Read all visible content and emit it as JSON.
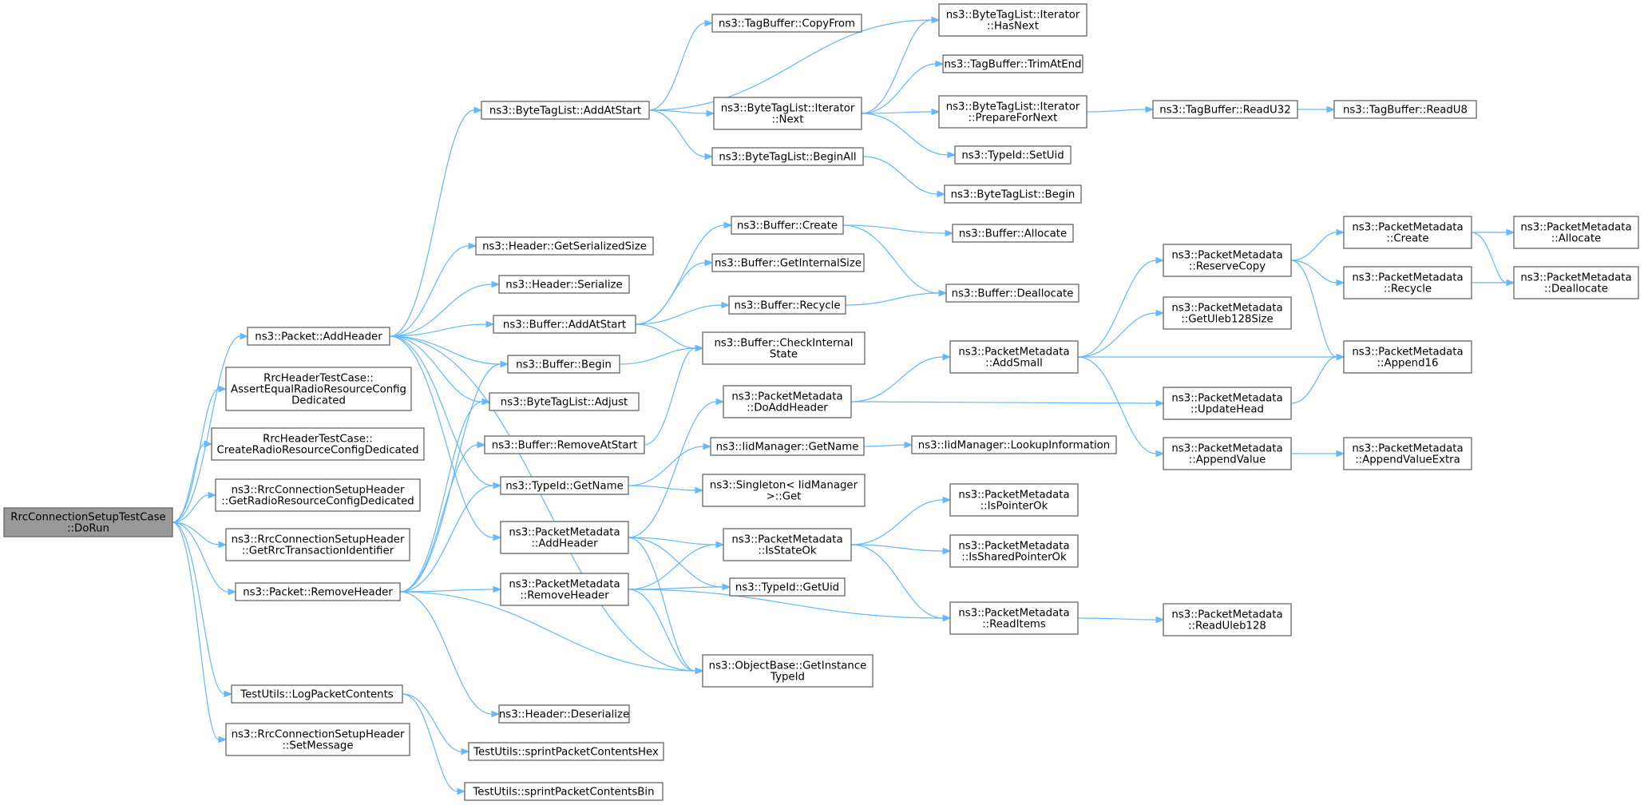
{
  "colors": {
    "edge": "#63b8ff",
    "node_border": "#666666",
    "root_fill": "#999999",
    "node_fill": "#ffffff"
  },
  "root": "root",
  "nodes": [
    {
      "id": "root",
      "label": [
        "RrcConnectionSetupTestCase",
        "::DoRun"
      ]
    },
    {
      "id": "pah",
      "label": [
        "ns3::Packet::AddHeader"
      ]
    },
    {
      "id": "aer",
      "label": [
        "RrcHeaderTestCase::",
        "AssertEqualRadioResourceConfig",
        "Dedicated"
      ]
    },
    {
      "id": "crr",
      "label": [
        "RrcHeaderTestCase::",
        "CreateRadioResourceConfigDedicated"
      ]
    },
    {
      "id": "grr",
      "label": [
        "ns3::RrcConnectionSetupHeader",
        "::GetRadioResourceConfigDedicated"
      ]
    },
    {
      "id": "grt",
      "label": [
        "ns3::RrcConnectionSetupHeader",
        "::GetRrcTransactionIdentifier"
      ]
    },
    {
      "id": "prh",
      "label": [
        "ns3::Packet::RemoveHeader"
      ]
    },
    {
      "id": "lpc",
      "label": [
        "TestUtils::LogPacketContents"
      ]
    },
    {
      "id": "sm",
      "label": [
        "ns3::RrcConnectionSetupHeader",
        "::SetMessage"
      ]
    },
    {
      "id": "btas",
      "label": [
        "ns3::ByteTagList::AddAtStart"
      ]
    },
    {
      "id": "hgs",
      "label": [
        "ns3::Header::GetSerializedSize"
      ]
    },
    {
      "id": "hser",
      "label": [
        "ns3::Header::Serialize"
      ]
    },
    {
      "id": "bas",
      "label": [
        "ns3::Buffer::AddAtStart"
      ]
    },
    {
      "id": "bbeg",
      "label": [
        "ns3::Buffer::Begin"
      ]
    },
    {
      "id": "btadj",
      "label": [
        "ns3::ByteTagList::Adjust"
      ]
    },
    {
      "id": "bras",
      "label": [
        "ns3::Buffer::RemoveAtStart"
      ]
    },
    {
      "id": "tgn",
      "label": [
        "ns3::TypeId::GetName"
      ]
    },
    {
      "id": "pmah",
      "label": [
        "ns3::PacketMetadata",
        "::AddHeader"
      ]
    },
    {
      "id": "pmrh",
      "label": [
        "ns3::PacketMetadata",
        "::RemoveHeader"
      ]
    },
    {
      "id": "hdes",
      "label": [
        "ns3::Header::Deserialize"
      ]
    },
    {
      "id": "spch",
      "label": [
        "TestUtils::sprintPacketContentsHex"
      ]
    },
    {
      "id": "spcb",
      "label": [
        "TestUtils::sprintPacketContentsBin"
      ]
    },
    {
      "id": "tbcf",
      "label": [
        "ns3::TagBuffer::CopyFrom"
      ]
    },
    {
      "id": "btin",
      "label": [
        "ns3::ByteTagList::Iterator",
        "::Next"
      ]
    },
    {
      "id": "btba",
      "label": [
        "ns3::ByteTagList::BeginAll"
      ]
    },
    {
      "id": "bcr",
      "label": [
        "ns3::Buffer::Create"
      ]
    },
    {
      "id": "bgis",
      "label": [
        "ns3::Buffer::GetInternalSize"
      ]
    },
    {
      "id": "brec",
      "label": [
        "ns3::Buffer::Recycle"
      ]
    },
    {
      "id": "bcis",
      "label": [
        "ns3::Buffer::CheckInternal",
        "State"
      ]
    },
    {
      "id": "pmdah",
      "label": [
        "ns3::PacketMetadata",
        "::DoAddHeader"
      ]
    },
    {
      "id": "imgn",
      "label": [
        "ns3::IidManager::GetName"
      ]
    },
    {
      "id": "sget",
      "label": [
        "ns3::Singleton< IidManager",
        ">::Get"
      ]
    },
    {
      "id": "pmiso",
      "label": [
        "ns3::PacketMetadata",
        "::IsStateOk"
      ]
    },
    {
      "id": "tgu",
      "label": [
        "ns3::TypeId::GetUid"
      ]
    },
    {
      "id": "obgi",
      "label": [
        "ns3::ObjectBase::GetInstance",
        "TypeId"
      ]
    },
    {
      "id": "bthn",
      "label": [
        "ns3::ByteTagList::Iterator",
        "::HasNext"
      ]
    },
    {
      "id": "tbte",
      "label": [
        "ns3::TagBuffer::TrimAtEnd"
      ]
    },
    {
      "id": "btpn",
      "label": [
        "ns3::ByteTagList::Iterator",
        "::PrepareForNext"
      ]
    },
    {
      "id": "tsu",
      "label": [
        "ns3::TypeId::SetUid"
      ]
    },
    {
      "id": "btb",
      "label": [
        "ns3::ByteTagList::Begin"
      ]
    },
    {
      "id": "ball",
      "label": [
        "ns3::Buffer::Allocate"
      ]
    },
    {
      "id": "bdea",
      "label": [
        "ns3::Buffer::Deallocate"
      ]
    },
    {
      "id": "pmas",
      "label": [
        "ns3::PacketMetadata",
        "::AddSmall"
      ]
    },
    {
      "id": "imli",
      "label": [
        "ns3::IidManager::LookupInformation"
      ]
    },
    {
      "id": "pmipo",
      "label": [
        "ns3::PacketMetadata",
        "::IsPointerOk"
      ]
    },
    {
      "id": "pmisp",
      "label": [
        "ns3::PacketMetadata",
        "::IsSharedPointerOk"
      ]
    },
    {
      "id": "pmri",
      "label": [
        "ns3::PacketMetadata",
        "::ReadItems"
      ]
    },
    {
      "id": "tbr32",
      "label": [
        "ns3::TagBuffer::ReadU32"
      ]
    },
    {
      "id": "pmrc",
      "label": [
        "ns3::PacketMetadata",
        "::ReserveCopy"
      ]
    },
    {
      "id": "pmgus",
      "label": [
        "ns3::PacketMetadata",
        "::GetUleb128Size"
      ]
    },
    {
      "id": "pmuh",
      "label": [
        "ns3::PacketMetadata",
        "::UpdateHead"
      ]
    },
    {
      "id": "pmav",
      "label": [
        "ns3::PacketMetadata",
        "::AppendValue"
      ]
    },
    {
      "id": "pmru",
      "label": [
        "ns3::PacketMetadata",
        "::ReadUleb128"
      ]
    },
    {
      "id": "tbr8",
      "label": [
        "ns3::TagBuffer::ReadU8"
      ]
    },
    {
      "id": "pmcr",
      "label": [
        "ns3::PacketMetadata",
        "::Create"
      ]
    },
    {
      "id": "pmrcy",
      "label": [
        "ns3::PacketMetadata",
        "::Recycle"
      ]
    },
    {
      "id": "pma16",
      "label": [
        "ns3::PacketMetadata",
        "::Append16"
      ]
    },
    {
      "id": "pmave",
      "label": [
        "ns3::PacketMetadata",
        "::AppendValueExtra"
      ]
    },
    {
      "id": "pmal",
      "label": [
        "ns3::PacketMetadata",
        "::Allocate"
      ]
    },
    {
      "id": "pmde",
      "label": [
        "ns3::PacketMetadata",
        "::Deallocate"
      ]
    }
  ],
  "edges": [
    [
      "root",
      "pah"
    ],
    [
      "root",
      "aer"
    ],
    [
      "root",
      "crr"
    ],
    [
      "root",
      "grr"
    ],
    [
      "root",
      "grt"
    ],
    [
      "root",
      "prh"
    ],
    [
      "root",
      "lpc"
    ],
    [
      "root",
      "sm"
    ],
    [
      "pah",
      "btas"
    ],
    [
      "pah",
      "hgs"
    ],
    [
      "pah",
      "hser"
    ],
    [
      "pah",
      "bas"
    ],
    [
      "pah",
      "bbeg"
    ],
    [
      "pah",
      "btadj"
    ],
    [
      "pah",
      "tgn"
    ],
    [
      "pah",
      "pmah"
    ],
    [
      "pah",
      "obgi"
    ],
    [
      "prh",
      "bbeg"
    ],
    [
      "prh",
      "btadj"
    ],
    [
      "prh",
      "bras"
    ],
    [
      "prh",
      "tgn"
    ],
    [
      "prh",
      "pmrh"
    ],
    [
      "prh",
      "hdes"
    ],
    [
      "prh",
      "obgi"
    ],
    [
      "lpc",
      "spch"
    ],
    [
      "lpc",
      "spcb"
    ],
    [
      "btas",
      "tbcf"
    ],
    [
      "btas",
      "bthn"
    ],
    [
      "btas",
      "btin"
    ],
    [
      "btas",
      "btba"
    ],
    [
      "btin",
      "bthn"
    ],
    [
      "btin",
      "tbte"
    ],
    [
      "btin",
      "btpn"
    ],
    [
      "btin",
      "tsu"
    ],
    [
      "btba",
      "btb"
    ],
    [
      "btpn",
      "tbr32"
    ],
    [
      "tbr32",
      "tbr8"
    ],
    [
      "bas",
      "bcr"
    ],
    [
      "bas",
      "bgis"
    ],
    [
      "bas",
      "brec"
    ],
    [
      "bas",
      "bcis"
    ],
    [
      "bcr",
      "ball"
    ],
    [
      "bcr",
      "bdea"
    ],
    [
      "brec",
      "bdea"
    ],
    [
      "bbeg",
      "bcis"
    ],
    [
      "bras",
      "bcis"
    ],
    [
      "tgn",
      "imgn"
    ],
    [
      "tgn",
      "sget"
    ],
    [
      "imgn",
      "imli"
    ],
    [
      "pmah",
      "pmdah"
    ],
    [
      "pmah",
      "pmiso"
    ],
    [
      "pmah",
      "tgu"
    ],
    [
      "pmah",
      "obgi"
    ],
    [
      "pmrh",
      "pmiso"
    ],
    [
      "pmrh",
      "tgu"
    ],
    [
      "pmrh",
      "pmri"
    ],
    [
      "pmrh",
      "obgi"
    ],
    [
      "pmdah",
      "pmas"
    ],
    [
      "pmdah",
      "pmuh"
    ],
    [
      "pmiso",
      "pmipo"
    ],
    [
      "pmiso",
      "pmisp"
    ],
    [
      "pmiso",
      "pmri"
    ],
    [
      "pmri",
      "pmru"
    ],
    [
      "pmas",
      "pmrc"
    ],
    [
      "pmas",
      "pmgus"
    ],
    [
      "pmas",
      "pma16"
    ],
    [
      "pmas",
      "pmav"
    ],
    [
      "pmrc",
      "pmcr"
    ],
    [
      "pmrc",
      "pmrcy"
    ],
    [
      "pmrc",
      "pma16"
    ],
    [
      "pmcr",
      "pmal"
    ],
    [
      "pmcr",
      "pmde"
    ],
    [
      "pmrcy",
      "pmde"
    ],
    [
      "pmuh",
      "pma16"
    ],
    [
      "pmav",
      "pmave"
    ]
  ]
}
